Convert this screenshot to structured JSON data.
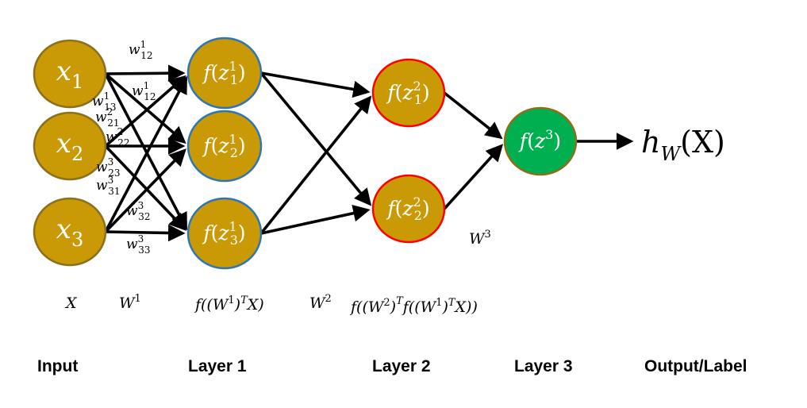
{
  "colors": {
    "node_fill": "#C99A06",
    "input_border": "#8B6F1A",
    "layer1_border": "#2E75B6",
    "layer2_border": "#FF0000",
    "layer3_fill": "#00B050",
    "layer3_border": "#8B6F1A",
    "edge": "#000000",
    "text_on_node": "#FFFFFF"
  },
  "nodes": {
    "input": [
      {
        "id": "x1",
        "base": "x",
        "sub": "1"
      },
      {
        "id": "x2",
        "base": "x",
        "sub": "2"
      },
      {
        "id": "x3",
        "base": "x",
        "sub": "3"
      }
    ],
    "layer1": [
      {
        "id": "l1n1",
        "fn": "f",
        "var": "z",
        "sub": "1",
        "sup": "1"
      },
      {
        "id": "l1n2",
        "fn": "f",
        "var": "z",
        "sub": "2",
        "sup": "1"
      },
      {
        "id": "l1n3",
        "fn": "f",
        "var": "z",
        "sub": "3",
        "sup": "1"
      }
    ],
    "layer2": [
      {
        "id": "l2n1",
        "fn": "f",
        "var": "z",
        "sub": "1",
        "sup": "2"
      },
      {
        "id": "l2n2",
        "fn": "f",
        "var": "z",
        "sub": "2",
        "sup": "2"
      }
    ],
    "layer3": [
      {
        "id": "l3n1",
        "fn": "f",
        "var": "z",
        "sub": "",
        "sup": "3"
      }
    ]
  },
  "edges": [
    {
      "from": "x1",
      "to": "l1n1"
    },
    {
      "from": "x1",
      "to": "l1n2"
    },
    {
      "from": "x1",
      "to": "l1n3"
    },
    {
      "from": "x2",
      "to": "l1n1"
    },
    {
      "from": "x2",
      "to": "l1n2"
    },
    {
      "from": "x2",
      "to": "l1n3"
    },
    {
      "from": "x3",
      "to": "l1n1"
    },
    {
      "from": "x3",
      "to": "l1n2"
    },
    {
      "from": "x3",
      "to": "l1n3"
    },
    {
      "from": "l1n1",
      "to": "l2n1"
    },
    {
      "from": "l1n1",
      "to": "l2n2"
    },
    {
      "from": "l1n3",
      "to": "l2n1"
    },
    {
      "from": "l1n3",
      "to": "l2n2"
    },
    {
      "from": "l2n1",
      "to": "l3n1"
    },
    {
      "from": "l2n2",
      "to": "l3n1"
    },
    {
      "from": "l3n1",
      "to": "output"
    }
  ],
  "weight_labels": [
    {
      "base": "w",
      "sup": "1",
      "sub": "12"
    },
    {
      "base": "w",
      "sup": "1",
      "sub": "12"
    },
    {
      "base": "w",
      "sup": "1",
      "sub": "13"
    },
    {
      "base": "w",
      "sup": "2",
      "sub": "21"
    },
    {
      "base": "w",
      "sup": "2",
      "sub": "22"
    },
    {
      "base": "w",
      "sup": "3",
      "sub": "23"
    },
    {
      "base": "w",
      "sup": "3",
      "sub": "31"
    },
    {
      "base": "w",
      "sup": "3",
      "sub": "32"
    },
    {
      "base": "w",
      "sup": "3",
      "sub": "33"
    }
  ],
  "output": {
    "base": "h",
    "sub": "W",
    "arg": "(X)"
  },
  "w3_label": {
    "base": "W",
    "sup": "3"
  },
  "formulas": {
    "x": "X",
    "w1": {
      "base": "W",
      "sup": "1"
    },
    "layer1_out": {
      "pre": "f((W",
      "sup1": "1",
      "mid": ")",
      "sup2": "T",
      "post": "X)"
    },
    "w2": {
      "base": "W",
      "sup": "2"
    },
    "layer2_out": {
      "pre": "f((W",
      "sup1": "2",
      "mid": ")",
      "sup2": "T",
      "mid2": "f((W",
      "sup3": "1",
      "mid3": ")",
      "sup4": "T",
      "post": "X))"
    }
  },
  "captions": {
    "input": "Input",
    "layer1": "Layer 1",
    "layer2": "Layer 2",
    "layer3": "Layer 3",
    "output": "Output/Label"
  }
}
